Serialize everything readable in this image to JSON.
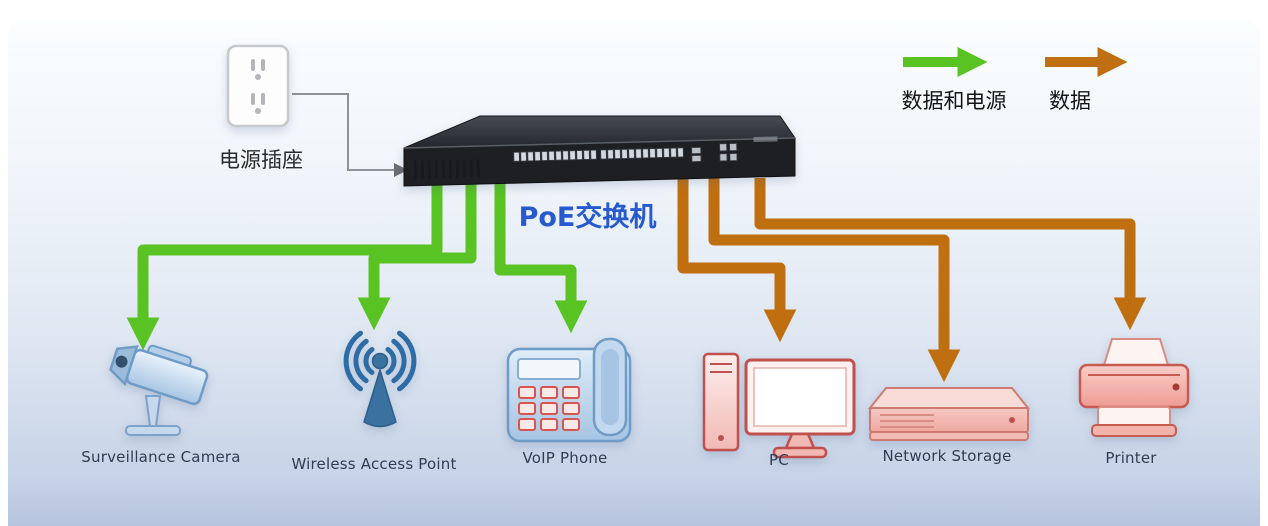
{
  "legend": {
    "power_data_label": "数据和电源",
    "data_label": "数据"
  },
  "colors": {
    "power_data_arrow": "#58c322",
    "data_arrow": "#c06f10",
    "switch_label_color": "#2759cf",
    "device_label_color": "#313c52"
  },
  "nodes": {
    "power_outlet": {
      "label": "电源插座"
    },
    "poe_switch": {
      "label": "PoE交换机"
    }
  },
  "devices": [
    {
      "id": "surveillance-camera",
      "label": "Surveillance Camera",
      "connection": "data-and-power"
    },
    {
      "id": "wireless-access-point",
      "label": "Wireless Access Point",
      "connection": "data-and-power"
    },
    {
      "id": "voip-phone",
      "label": "VoIP Phone",
      "connection": "data-and-power"
    },
    {
      "id": "pc",
      "label": "PC",
      "connection": "data"
    },
    {
      "id": "network-storage",
      "label": "Network Storage",
      "connection": "data"
    },
    {
      "id": "printer",
      "label": "Printer",
      "connection": "data"
    }
  ]
}
